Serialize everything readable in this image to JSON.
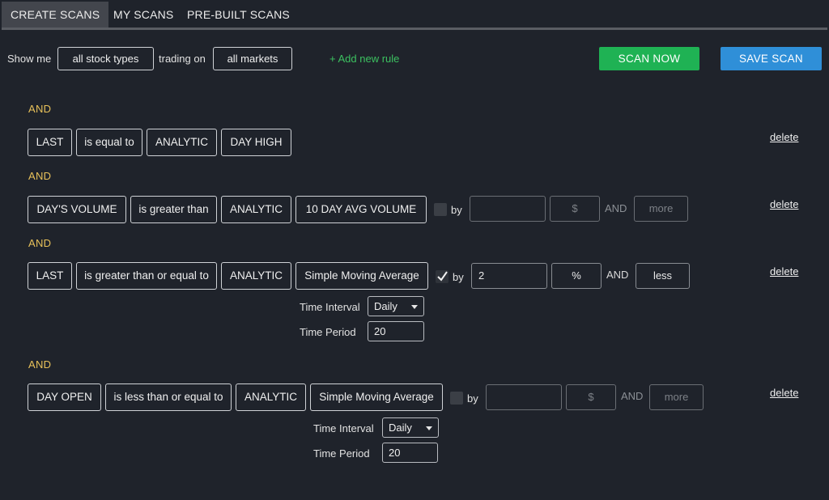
{
  "tabs": [
    {
      "label": "CREATE SCANS",
      "active": true
    },
    {
      "label": "MY SCANS",
      "active": false
    },
    {
      "label": "PRE-BUILT SCANS",
      "active": false
    }
  ],
  "toolbar": {
    "show_me": "Show me",
    "stock_types": "all stock types",
    "trading_on": "trading on",
    "markets": "all markets",
    "add_rule": "+ Add new rule",
    "scan_now": "SCAN NOW",
    "save_scan": "SAVE SCAN"
  },
  "rules": [
    {
      "connector": "AND",
      "field": "LAST",
      "operator": "is equal to",
      "source": "ANALYTIC",
      "target": "DAY HIGH",
      "delete": "delete"
    },
    {
      "connector": "AND",
      "field": "DAY'S VOLUME",
      "operator": "is greater than",
      "source": "ANALYTIC",
      "target": "10 DAY AVG VOLUME",
      "by_checked": false,
      "by_label": "by",
      "by_value": "",
      "unit": "$",
      "and_label": "AND",
      "direction": "more",
      "delete": "delete"
    },
    {
      "connector": "AND",
      "field": "LAST",
      "operator": "is greater than or equal to",
      "source": "ANALYTIC",
      "target": "Simple Moving Average",
      "by_checked": true,
      "by_label": "by",
      "by_value": "2",
      "unit": "%",
      "and_label": "AND",
      "direction": "less",
      "time_interval_label": "Time Interval",
      "time_interval": "Daily",
      "time_period_label": "Time Period",
      "time_period": "20",
      "delete": "delete"
    },
    {
      "connector": "AND",
      "field": "DAY OPEN",
      "operator": "is less than or equal to",
      "source": "ANALYTIC",
      "target": "Simple Moving Average",
      "by_checked": false,
      "by_label": "by",
      "by_value": "",
      "unit": "$",
      "and_label": "AND",
      "direction": "more",
      "time_interval_label": "Time Interval",
      "time_interval": "Daily",
      "time_period_label": "Time Period",
      "time_period": "20",
      "delete": "delete"
    }
  ],
  "colors": {
    "background": "#1f232b",
    "connector": "#e8c15a",
    "add_rule": "#3cc160",
    "scan_now": "#1fb254",
    "save_scan": "#2f8fd8"
  }
}
